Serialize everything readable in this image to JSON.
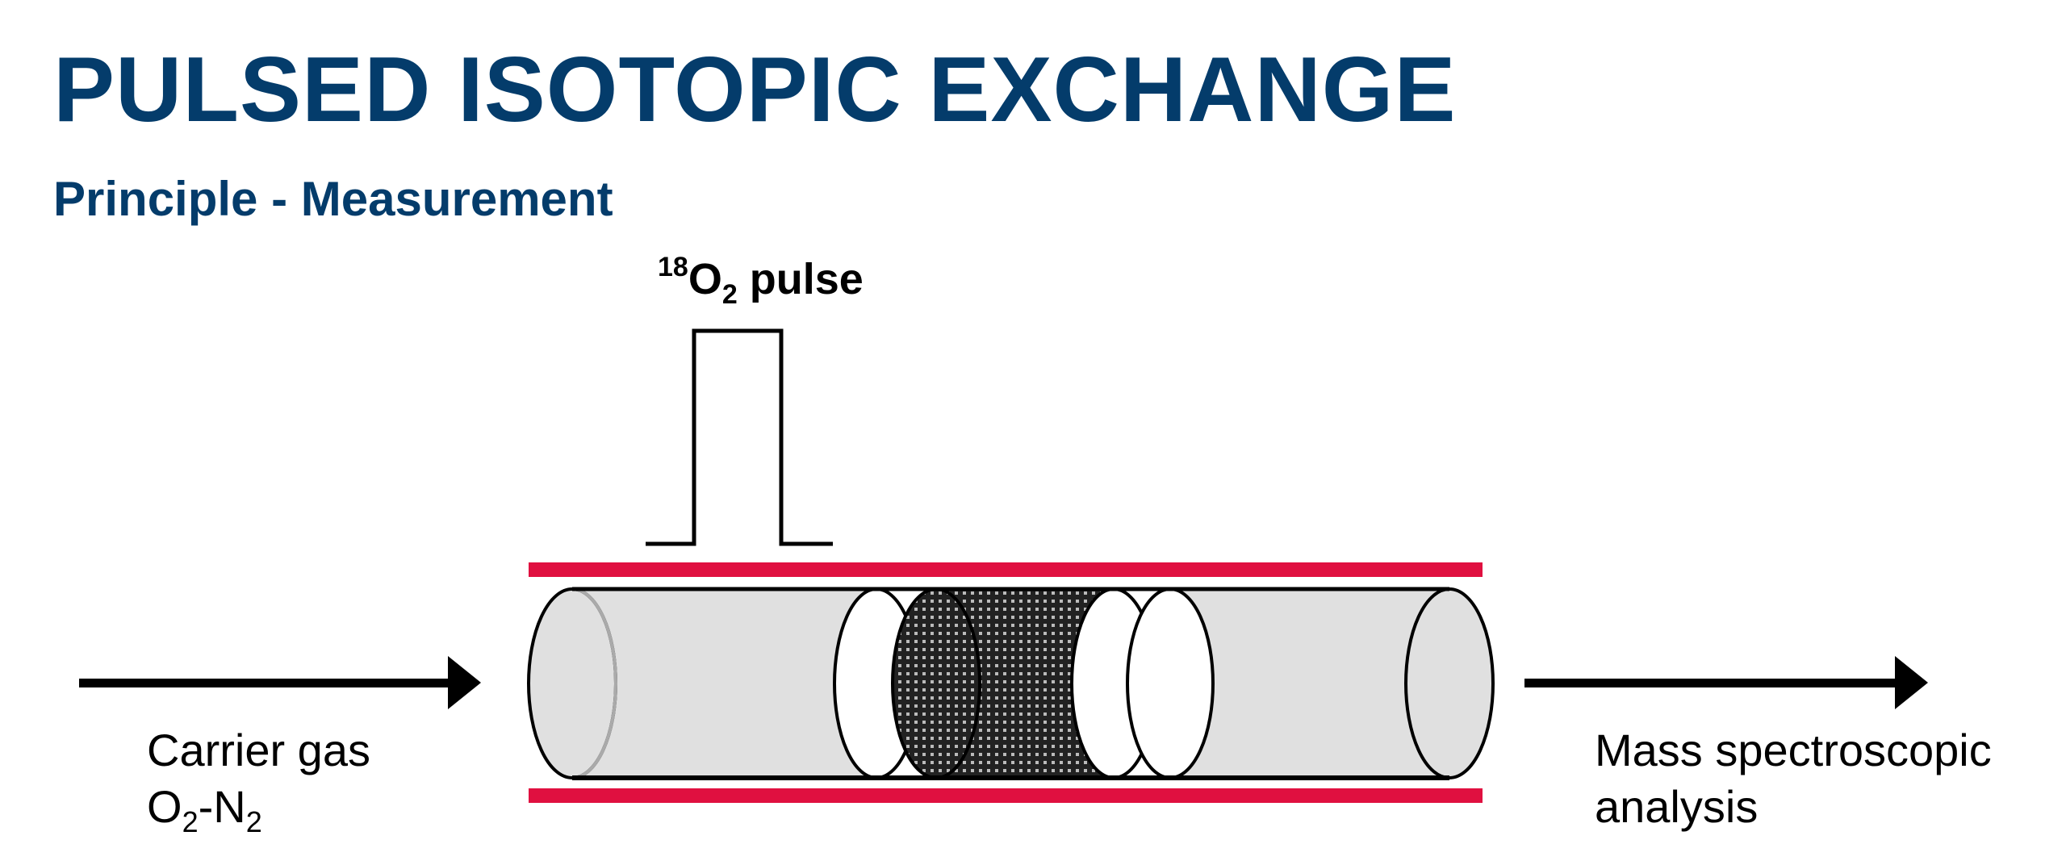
{
  "title": "PULSED ISOTOPIC EXCHANGE",
  "subtitle": "Principle - Measurement",
  "pulse": {
    "mass": "18",
    "species": "O",
    "count": "2",
    "word": "pulse"
  },
  "inlet": {
    "line1": "Carrier gas",
    "gas1": "O",
    "sub1": "2",
    "sep": "-",
    "gas2": "N",
    "sub2": "2"
  },
  "outlet": {
    "line1": "Mass spectroscopic",
    "line2": "analysis"
  },
  "colors": {
    "title": "#043c6b",
    "furnace": "#e01040",
    "tube": "#e0e0e0",
    "catalyst": "#2a2a2a"
  }
}
